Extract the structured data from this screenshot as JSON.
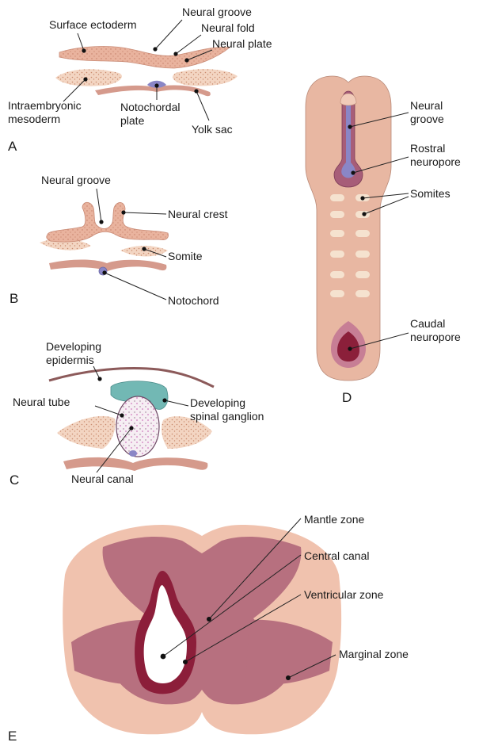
{
  "panels": {
    "A": {
      "letter": "A",
      "labels": {
        "surface_ectoderm": "Surface ectoderm",
        "neural_groove": "Neural groove",
        "neural_fold": "Neural fold",
        "neural_plate": "Neural plate",
        "intraembryonic_1": "Intraembryonic",
        "intraembryonic_2": "mesoderm",
        "notochordal_1": "Notochordal",
        "notochordal_2": "plate",
        "yolk_sac": "Yolk sac"
      }
    },
    "B": {
      "letter": "B",
      "labels": {
        "neural_groove": "Neural groove",
        "neural_crest": "Neural crest",
        "somite": "Somite",
        "notochord": "Notochord"
      }
    },
    "C": {
      "letter": "C",
      "labels": {
        "epidermis_1": "Developing",
        "epidermis_2": "epidermis",
        "neural_tube": "Neural tube",
        "ganglion_1": "Developing",
        "ganglion_2": "spinal ganglion",
        "neural_canal": "Neural canal"
      }
    },
    "D": {
      "letter": "D",
      "labels": {
        "neural_1": "Neural",
        "neural_2": "groove",
        "rostral_1": "Rostral",
        "rostral_2": "neuropore",
        "somites": "Somites",
        "caudal_1": "Caudal",
        "caudal_2": "neuropore"
      }
    },
    "E": {
      "letter": "E",
      "labels": {
        "mantle_zone": "Mantle zone",
        "central_canal": "Central canal",
        "ventricular_zone": "Ventricular zone",
        "marginal_zone": "Marginal zone"
      }
    }
  },
  "colors": {
    "ectoderm": "#e5b3a0",
    "ectoderm_dark": "#b57a68",
    "mesoderm": "#f1d2bd",
    "mesoderm_dots": "#c88f72",
    "yolk_sac": "#d99b8f",
    "notochord": "#8a86c6",
    "embryo_body": "#e8b7a2",
    "neural_groove_fill": "#a75d78",
    "neural_groove_core": "#8a86c6",
    "caudal_outer": "#c77e95",
    "caudal_inner": "#8b1f3a",
    "somite_block": "#f5e2cf",
    "ganglion": "#72b8b4",
    "marginal_zone": "#f0c2ae",
    "mantle_zone": "#b7707f",
    "ventricular_zone": "#8c1e3a",
    "central_canal": "#ffffff"
  }
}
